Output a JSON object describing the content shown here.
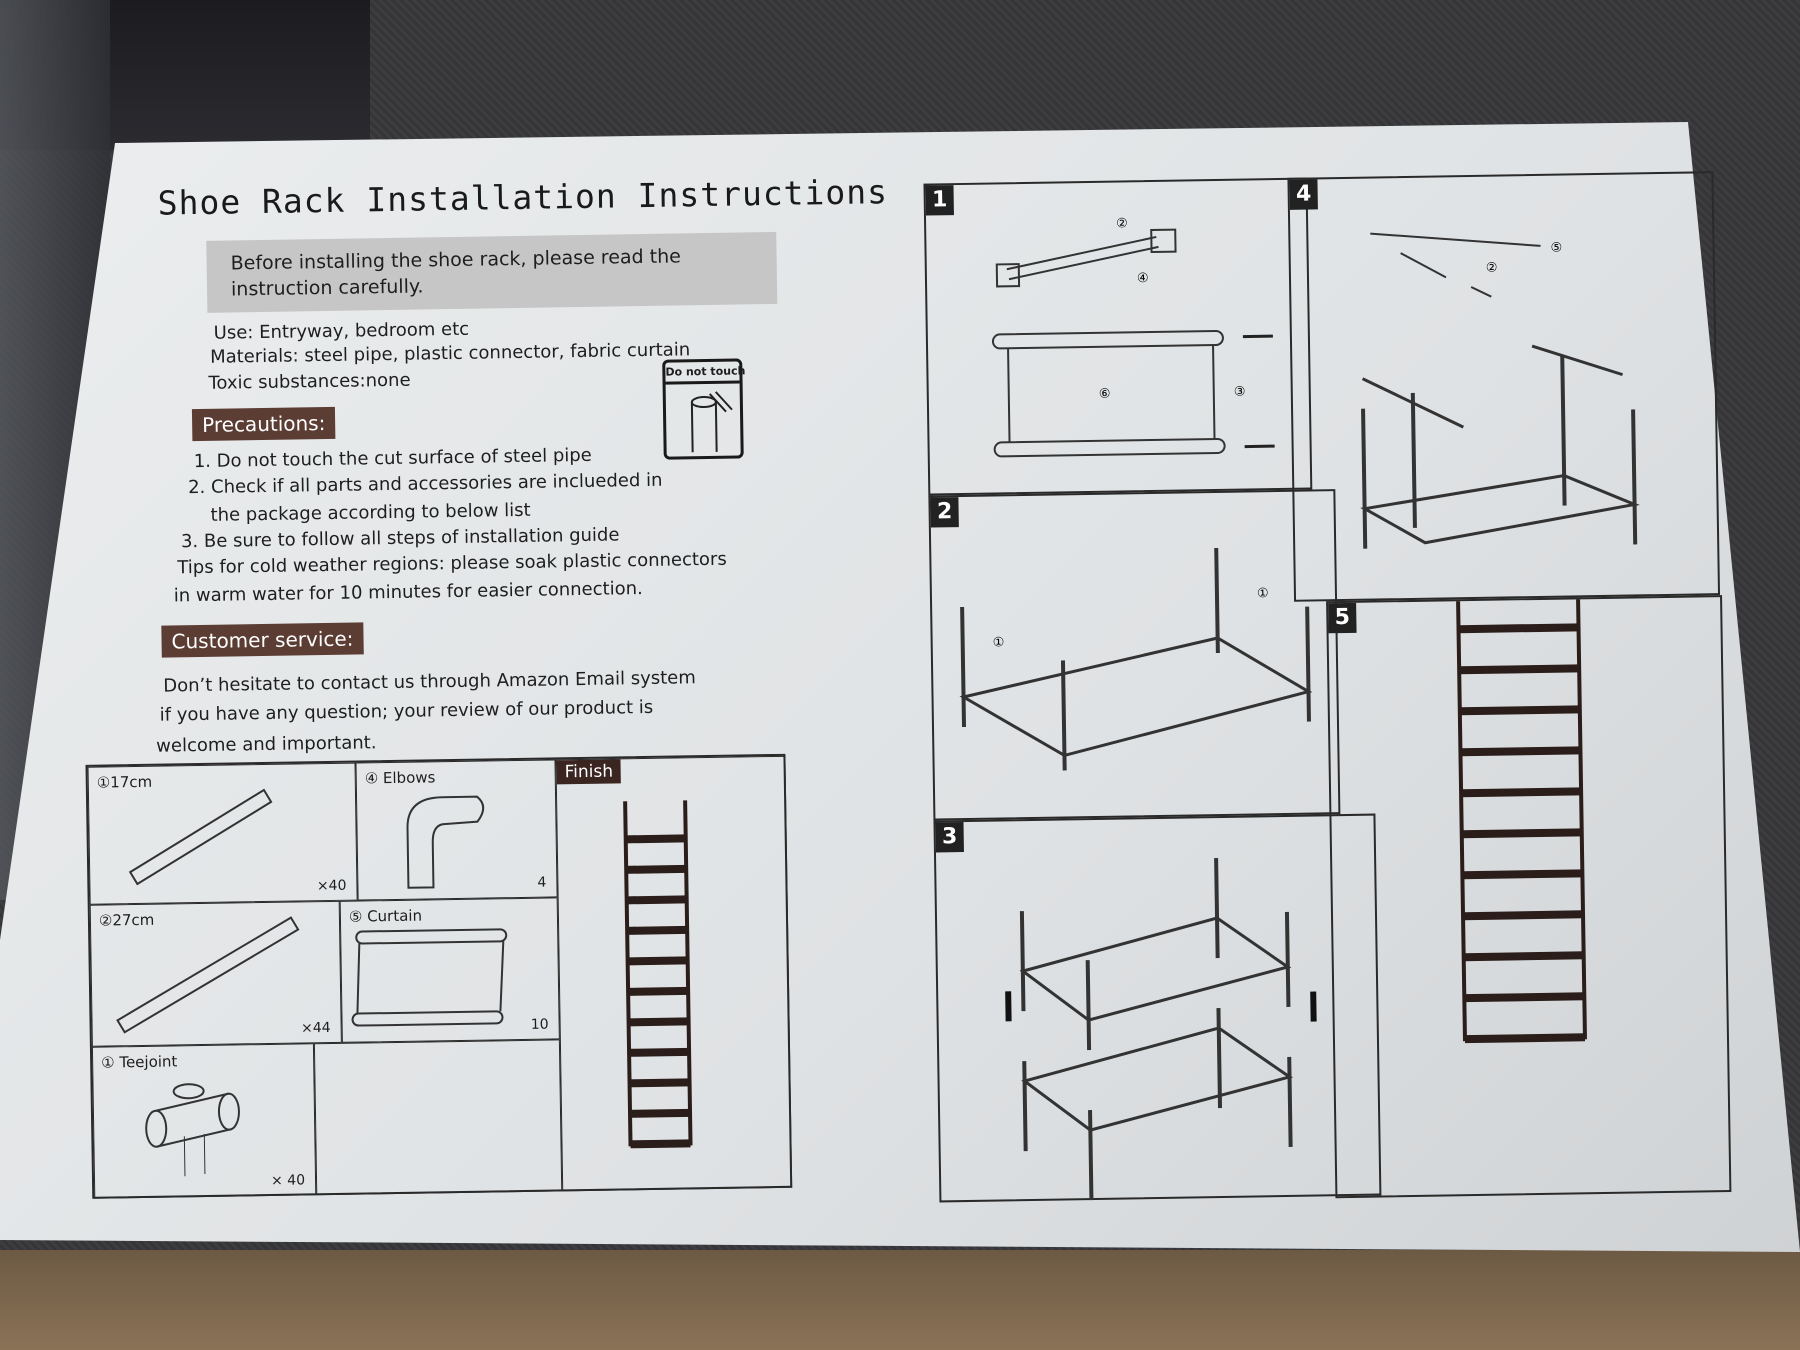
{
  "title": "Shoe Rack Installation Instructions",
  "intro": [
    "Before installing the shoe rack, please read the",
    "instruction carefully."
  ],
  "info": [
    "Use: Entryway, bedroom etc",
    "Materials: steel pipe, plastic connector, fabric curtain",
    "Toxic substances:none"
  ],
  "do_not_touch": "Do not touch",
  "precautions": {
    "heading": "Precautions:",
    "items": [
      "1. Do not touch the cut surface of steel pipe",
      "2. Check if all parts and accessories are inclueded in",
      "the package according to below list",
      "3. Be sure to follow all steps of installation guide",
      "Tips for cold weather regions: please soak plastic connectors",
      "in warm water for 10 minutes for easier connection."
    ]
  },
  "customer_service": {
    "heading": "Customer service:",
    "lines": [
      "Don’t hesitate to contact us through Amazon Email system",
      "if you have any question; your review of our product  is",
      "welcome and important."
    ]
  },
  "parts": [
    {
      "label": "①17cm",
      "qty": "×40"
    },
    {
      "label": "④ Elbows",
      "qty": "4"
    },
    {
      "label": "②27cm",
      "qty": "×44"
    },
    {
      "label": "⑤ Curtain",
      "qty": "10"
    },
    {
      "label": "① Teejoint",
      "qty": "× 40"
    }
  ],
  "finish": "Finish",
  "steps": [
    "1",
    "2",
    "3",
    "4",
    "5"
  ],
  "callouts": {
    "c1": "①",
    "c2": "②",
    "c3": "③",
    "c4": "④",
    "c5": "⑤",
    "c6": "⑥"
  }
}
